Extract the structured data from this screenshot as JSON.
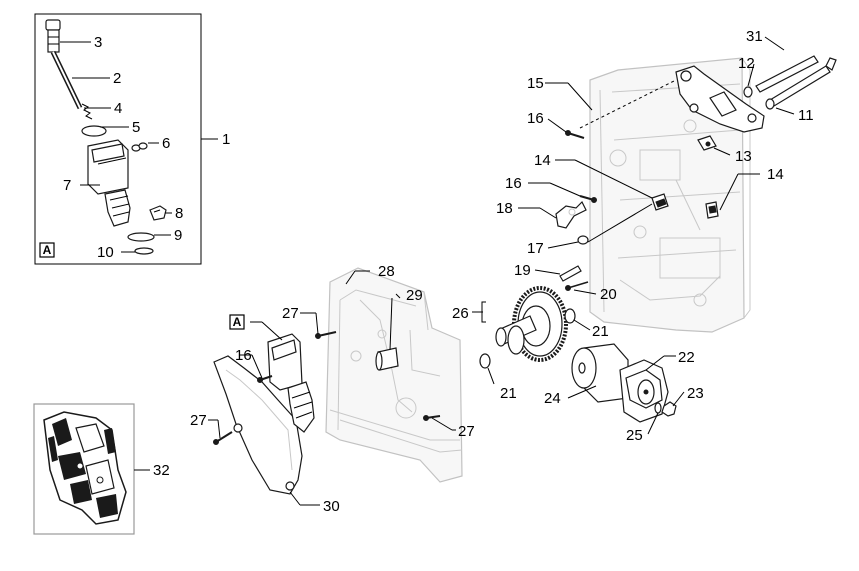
{
  "labels": {
    "l1": "1",
    "l2": "2",
    "l3": "3",
    "l4": "4",
    "l5": "5",
    "l6": "6",
    "l7": "7",
    "l8": "8",
    "l9": "9",
    "l10": "10",
    "l11": "11",
    "l12": "12",
    "l13": "13",
    "l14a": "14",
    "l14b": "14",
    "l15": "15",
    "l16a": "16",
    "l16b": "16",
    "l16c": "16",
    "l17": "17",
    "l18": "18",
    "l19": "19",
    "l20": "20",
    "l21a": "21",
    "l21b": "21",
    "l22": "22",
    "l23": "23",
    "l24": "24",
    "l25": "25",
    "l26": "26",
    "l27a": "27",
    "l27b": "27",
    "l27c": "27",
    "l28": "28",
    "l29": "29",
    "l30": "30",
    "l31": "31",
    "l32": "32"
  },
  "view_tag_top": "A",
  "view_tag_main": "A",
  "colors": {
    "line": "#000000",
    "ghost_frame": "#c2c2c2",
    "inset_border": "#999999"
  }
}
